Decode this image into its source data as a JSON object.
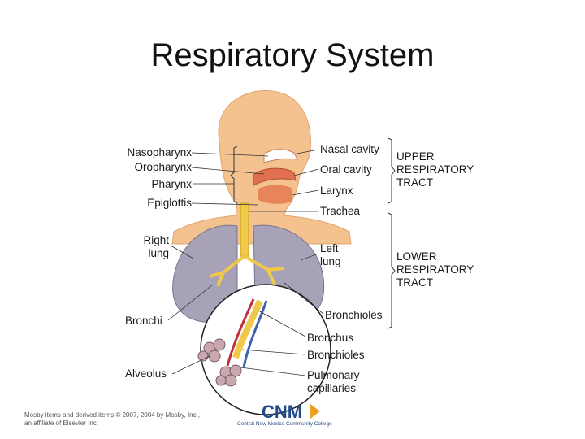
{
  "title": "Respiratory System",
  "labels": {
    "nasopharynx": "Nasopharynx",
    "oropharynx": "Oropharynx",
    "pharynx": "Pharynx",
    "epiglottis": "Epiglottis",
    "right_lung_1": "Right",
    "right_lung_2": "lung",
    "bronchi": "Bronchi",
    "alveolus": "Alveolus",
    "nasal_cavity": "Nasal cavity",
    "oral_cavity": "Oral cavity",
    "larynx": "Larynx",
    "trachea": "Trachea",
    "left_lung_1": "Left",
    "left_lung_2": "lung",
    "bronchioles_top": "Bronchioles",
    "bronchus": "Bronchus",
    "bronchioles_bottom": "Bronchioles",
    "pulmonary_1": "Pulmonary",
    "pulmonary_2": "capillaries"
  },
  "tracts": {
    "upper": [
      "UPPER",
      "RESPIRATORY",
      "TRACT"
    ],
    "lower": [
      "LOWER",
      "RESPIRATORY",
      "TRACT"
    ]
  },
  "credit": {
    "line1": "Mosby items and derived items © 2007, 2004 by Mosby, Inc.,",
    "line2": "an affiliate of Elsevier Inc."
  },
  "logo": {
    "mark": "CNM",
    "sub": "Central New Mexico Community College"
  },
  "colors": {
    "skin": "#f4c28e",
    "lung": "#a8a2b8",
    "trachea": "#f0c94a",
    "lips": "#e07050"
  }
}
